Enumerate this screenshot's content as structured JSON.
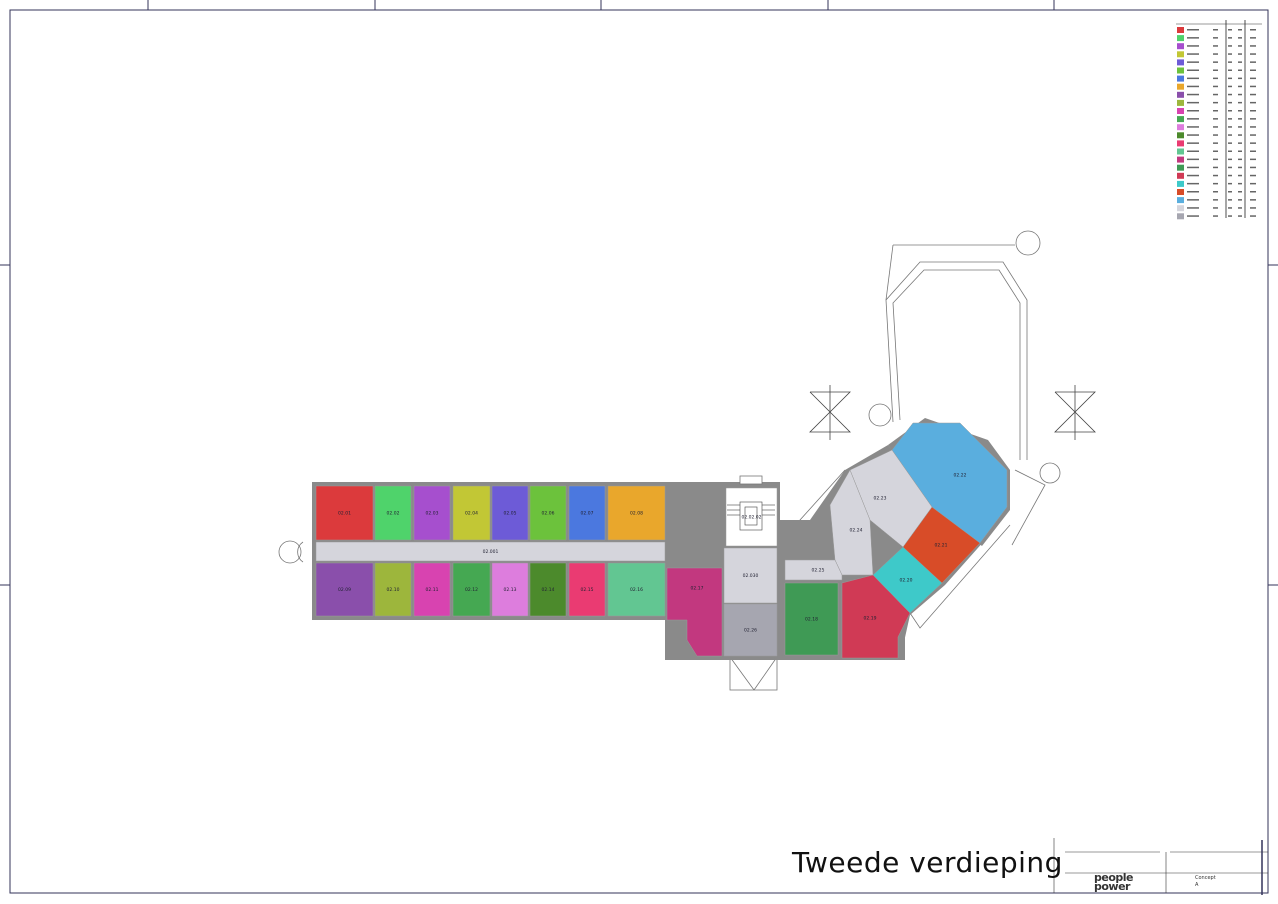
{
  "drawing": {
    "title": "Tweede verdieping",
    "logo_text": "people power",
    "status_value": "Concept",
    "revision_value": "A"
  },
  "rooms": [
    {
      "id": "02.01",
      "color": "#dc3a3c"
    },
    {
      "id": "02.02",
      "color": "#4fd36b"
    },
    {
      "id": "02.03",
      "color": "#a64fce"
    },
    {
      "id": "02.04",
      "color": "#c2c735"
    },
    {
      "id": "02.05",
      "color": "#6d5bd7"
    },
    {
      "id": "02.06",
      "color": "#6cc23c"
    },
    {
      "id": "02.07",
      "color": "#4b78df"
    },
    {
      "id": "02.08",
      "color": "#e9a72c"
    },
    {
      "id": "02.001",
      "color": "#d5d5dc"
    },
    {
      "id": "02.09",
      "color": "#8a4fab"
    },
    {
      "id": "02.10",
      "color": "#9db63c"
    },
    {
      "id": "02.11",
      "color": "#d843b0"
    },
    {
      "id": "02.12",
      "color": "#45a852"
    },
    {
      "id": "02.13",
      "color": "#dd7ddd"
    },
    {
      "id": "02.14",
      "color": "#4c8a2c"
    },
    {
      "id": "02.15",
      "color": "#ea3b72"
    },
    {
      "id": "02.16",
      "color": "#62c692"
    },
    {
      "id": "02.17",
      "color": "#c2387f"
    },
    {
      "id": "02.18",
      "color": "#3f9a55"
    },
    {
      "id": "02.19",
      "color": "#d03a55"
    },
    {
      "id": "02.20",
      "color": "#3ec9c9"
    },
    {
      "id": "02.21",
      "color": "#d84c28"
    },
    {
      "id": "02.22",
      "color": "#5aaede"
    },
    {
      "id": "02.23",
      "color": "#d5d5dc"
    },
    {
      "id": "02.24",
      "color": "#d5d5dc"
    },
    {
      "id": "02.25",
      "color": "#d5d5dc"
    },
    {
      "id": "02.26",
      "color": "#a6a6b0"
    },
    {
      "id": "02.030",
      "color": "#d5d5dc"
    },
    {
      "id": "02.02.02",
      "color": "#ffffff"
    }
  ],
  "legend": {
    "swatches": [
      "#dc3a3c",
      "#4fd36b",
      "#a64fce",
      "#c2c735",
      "#6d5bd7",
      "#6cc23c",
      "#4b78df",
      "#e9a72c",
      "#8a4fab",
      "#9db63c",
      "#d843b0",
      "#45a852",
      "#dd7ddd",
      "#4c8a2c",
      "#ea3b72",
      "#62c692",
      "#c2387f",
      "#3f9a55",
      "#d03a55",
      "#3ec9c9",
      "#d84c28",
      "#5aaede",
      "#d5d5dc",
      "#a6a6b0"
    ]
  }
}
